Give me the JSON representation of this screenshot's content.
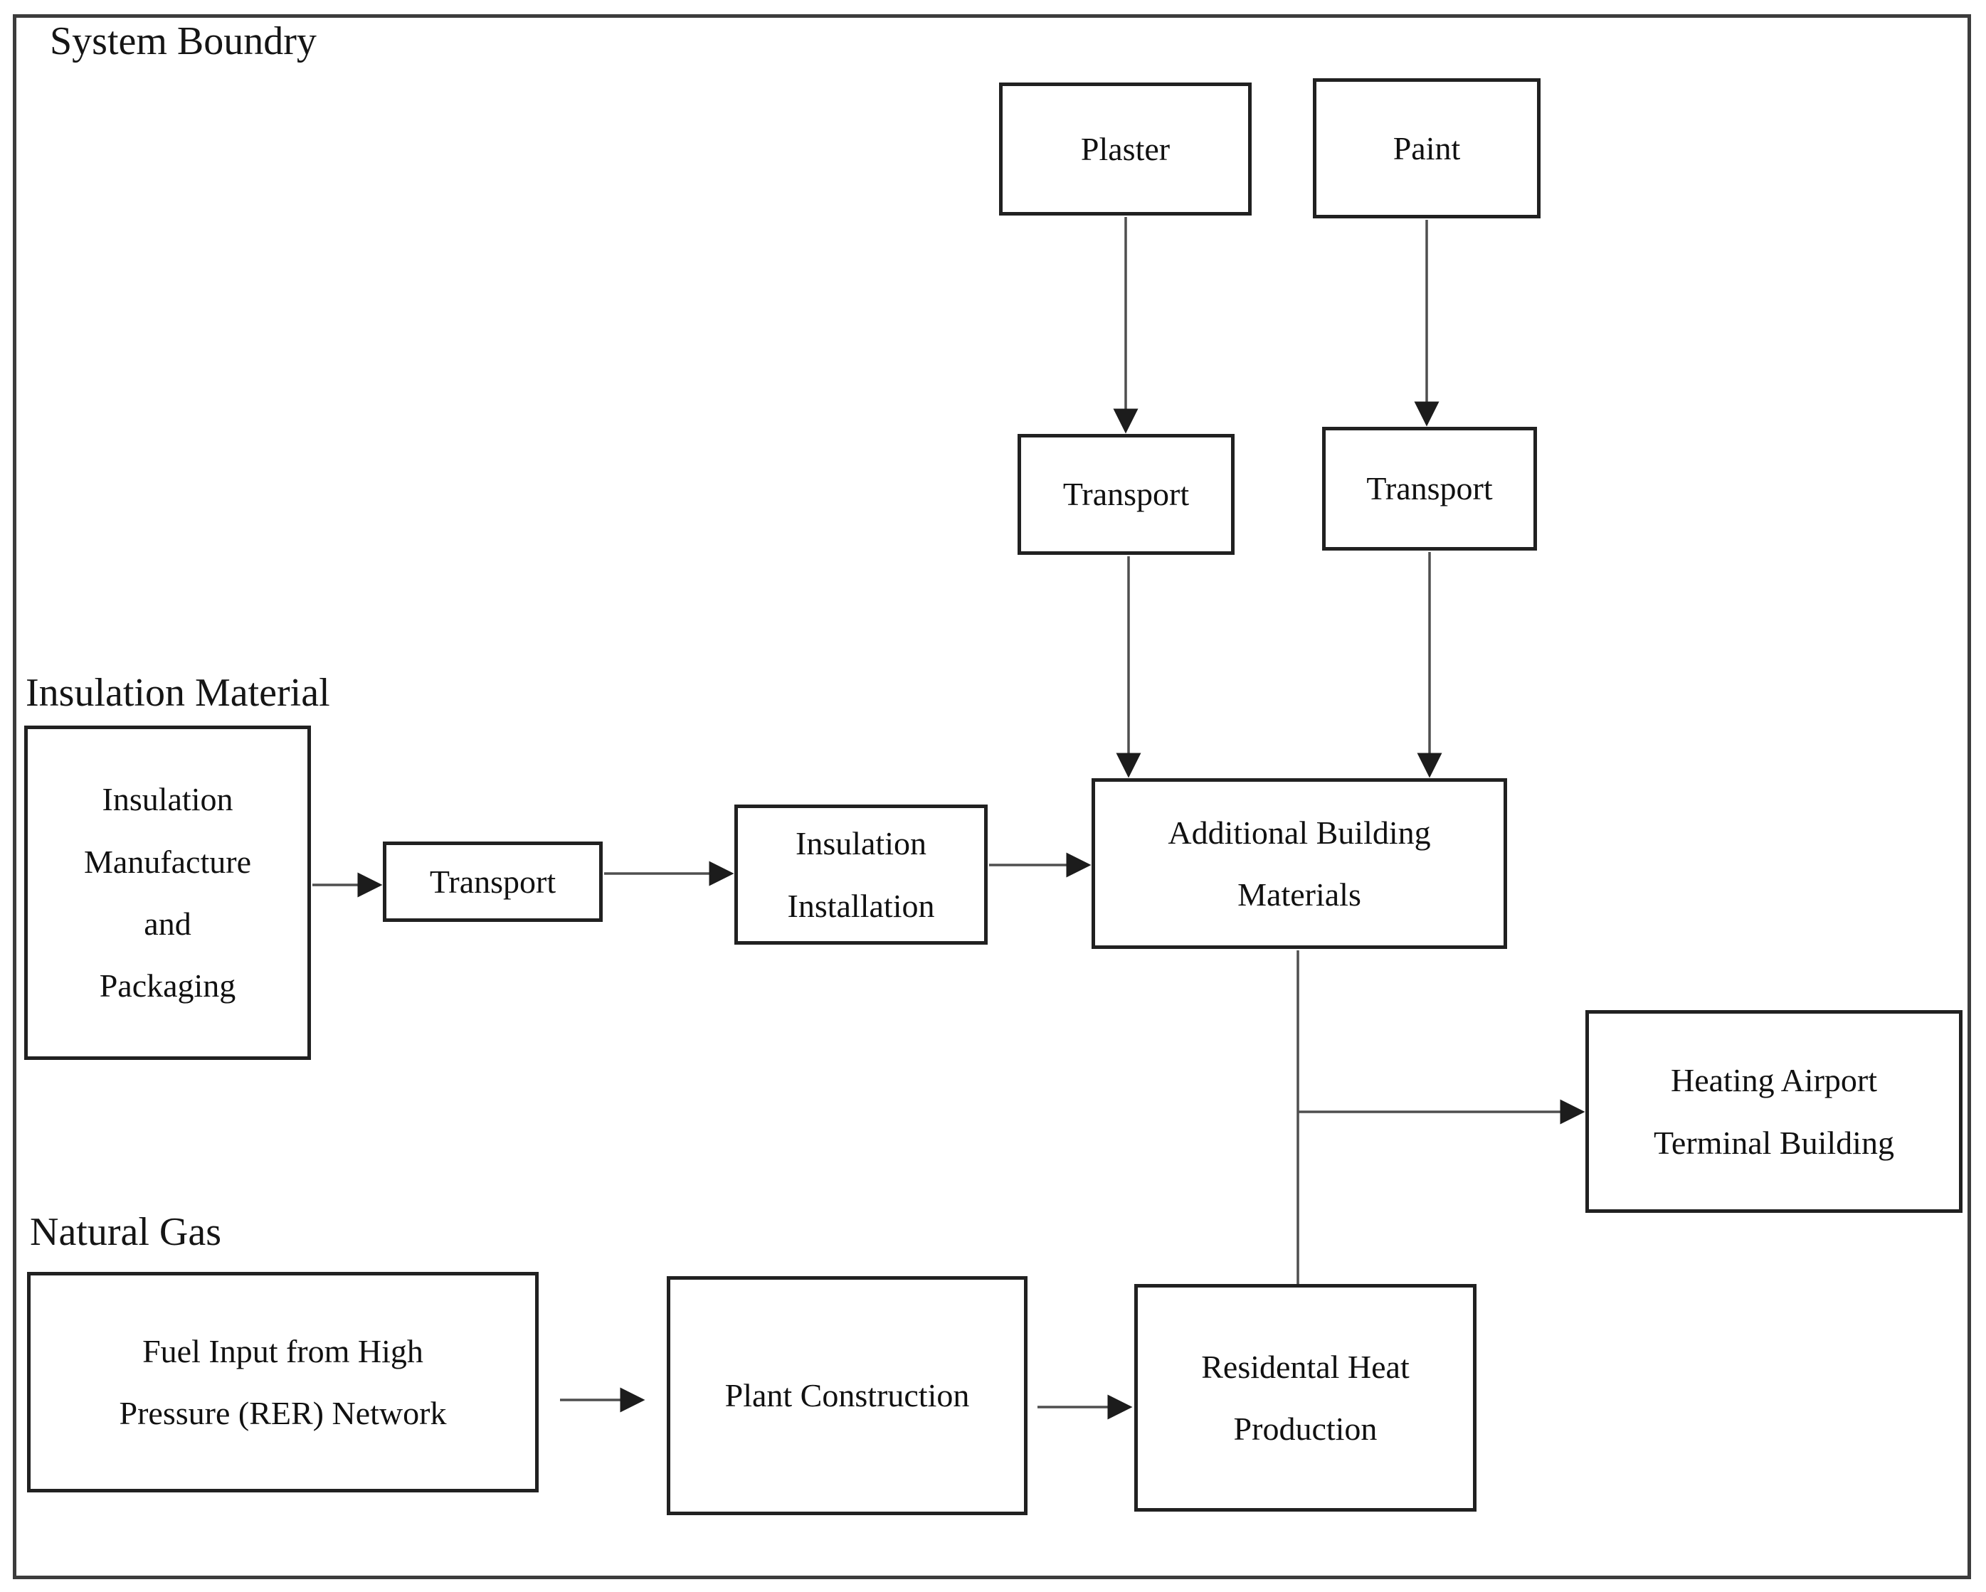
{
  "labels": {
    "system_boundary": "System Boundry",
    "insulation_material": "Insulation Material",
    "natural_gas": "Natural Gas"
  },
  "boxes": {
    "plaster": {
      "label": "Plaster"
    },
    "paint": {
      "label": "Paint"
    },
    "transport_plaster": {
      "label": "Transport"
    },
    "transport_paint": {
      "label": "Transport"
    },
    "insulation_mfg": {
      "line1": "Insulation",
      "line2": "Manufacture",
      "line3": "and",
      "line4": "Packaging"
    },
    "transport_mid": {
      "label": "Transport"
    },
    "insulation_install": {
      "line1": "Insulation",
      "line2": "Installation"
    },
    "abm": {
      "line1": "Additional Building",
      "line2": "Materials"
    },
    "heating": {
      "line1": "Heating Airport",
      "line2": "Terminal Building"
    },
    "fuel": {
      "line1": "Fuel Input from High",
      "line2": "Pressure (RER) Network"
    },
    "plant": {
      "label": "Plant Construction"
    },
    "residental": {
      "line1": "Residental Heat",
      "line2": "Production"
    }
  },
  "colors": {
    "boundary_border": "#3c3c3c",
    "box_border": "#212121",
    "connector_line": "#4f4f4f",
    "arrowhead": "#1c1c1c",
    "background": "#ffffff",
    "text": "#111111"
  }
}
